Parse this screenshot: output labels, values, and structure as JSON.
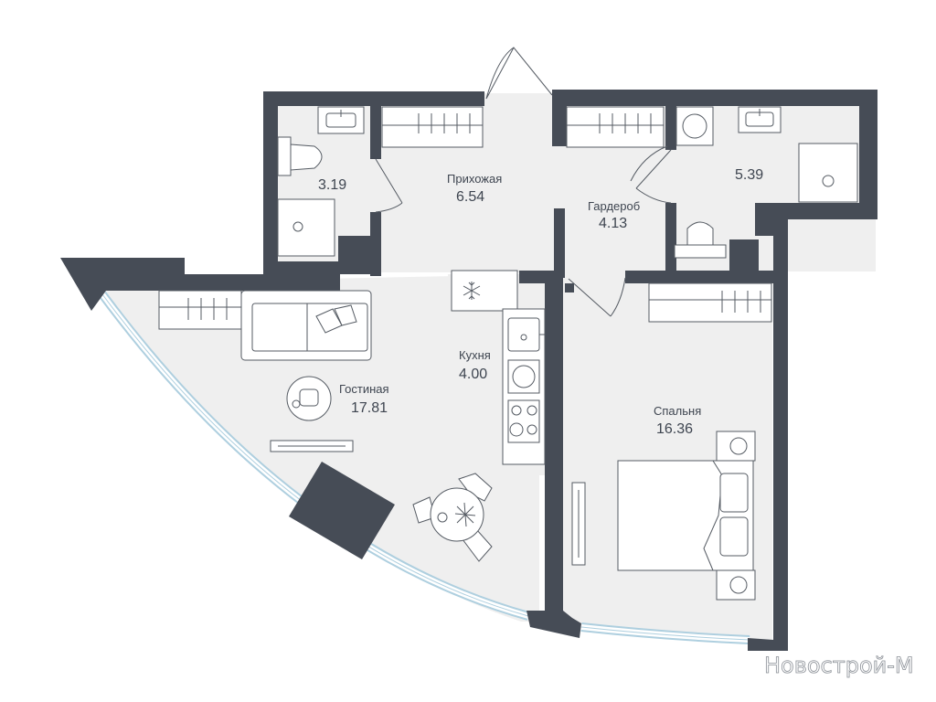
{
  "rooms": {
    "bath1": {
      "area": "3.19"
    },
    "hall": {
      "name": "Прихожая",
      "area": "6.54"
    },
    "wardrobe": {
      "name": "Гардероб",
      "area": "4.13"
    },
    "bath2": {
      "area": "5.39"
    },
    "kitchen": {
      "name": "Кухня",
      "area": "4.00"
    },
    "living": {
      "name": "Гостиная",
      "area": "17.81"
    },
    "bedroom": {
      "name": "Спальня",
      "area": "16.36"
    }
  },
  "watermark": "Новострой-М",
  "colors": {
    "wall": "#464c56",
    "floor": "#efefef",
    "furniture_stroke": "#555b63",
    "window": "#dbe9f1",
    "label": "#3e4550"
  },
  "icons": [
    "snowflake-icon",
    "sink-icon",
    "toilet-icon",
    "shower-icon",
    "washing-machine-icon",
    "stove-icon"
  ]
}
